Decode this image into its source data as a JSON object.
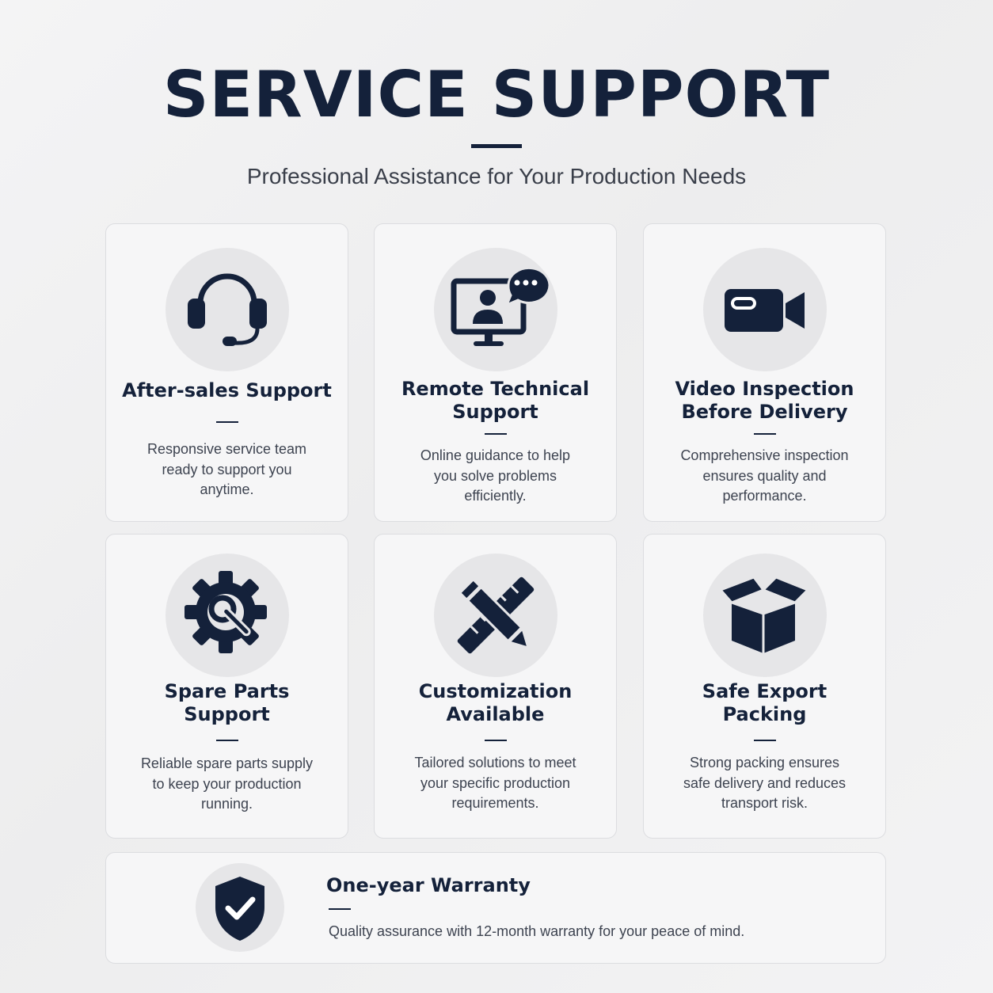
{
  "header": {
    "title": "SERVICE SUPPORT",
    "subtitle": "Professional Assistance for Your Production Needs"
  },
  "colors": {
    "navy": "#14213a",
    "card_bg": "#f6f6f7",
    "circle_bg": "#e6e6e8"
  },
  "cards": [
    {
      "icon": "headset-icon",
      "title": "After-sales Support",
      "lines": [
        "Responsive service team",
        "ready to support you",
        "anytime."
      ]
    },
    {
      "icon": "monitor-chat-icon",
      "title_lines": [
        "Remote Technical",
        "Support"
      ],
      "lines": [
        "Online guidance to help",
        "you solve problems",
        "efficiently."
      ]
    },
    {
      "icon": "video-camera-icon",
      "title_lines": [
        "Video Inspection",
        "Before Delivery"
      ],
      "lines": [
        "Comprehensive inspection",
        "ensures quality and",
        "performance."
      ]
    },
    {
      "icon": "gear-wrench-icon",
      "title_lines": [
        "Spare Parts",
        "Support"
      ],
      "lines": [
        "Reliable spare parts supply",
        "to keep your production",
        "running."
      ]
    },
    {
      "icon": "ruler-pencil-icon",
      "title_lines": [
        "Customization",
        "Available"
      ],
      "lines": [
        "Tailored solutions to meet",
        "your specific production",
        "requirements."
      ]
    },
    {
      "icon": "open-box-icon",
      "title_lines": [
        "Safe Export",
        "Packing"
      ],
      "lines": [
        "Strong packing ensures",
        "safe delivery and reduces",
        "transport risk."
      ]
    }
  ],
  "warranty": {
    "icon": "shield-check-icon",
    "title": "One-year Warranty",
    "description": "Quality assurance with 12-month warranty for your peace of mind."
  }
}
